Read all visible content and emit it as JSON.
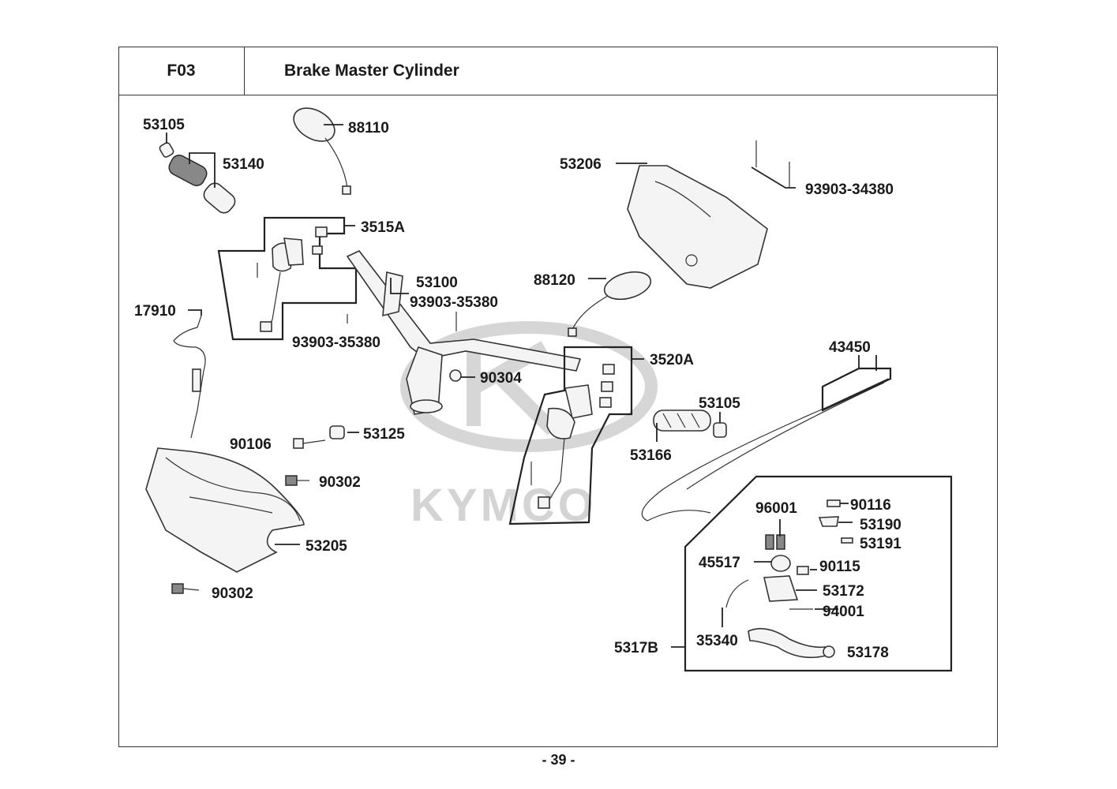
{
  "header": {
    "code": "F03",
    "title": "Brake Master Cylinder"
  },
  "watermark": "KYMCO",
  "page_number": "- 39 -",
  "parts": {
    "p53105_left": "53105",
    "p53140": "53140",
    "p88110": "88110",
    "p53206": "53206",
    "p93903_34380": "93903-34380",
    "p3515A": "3515A",
    "p53100": "53100",
    "p93903_35380_a": "93903-35380",
    "p93903_35380_b": "93903-35380",
    "p88120": "88120",
    "p17910": "17910",
    "p3520A": "3520A",
    "p43450": "43450",
    "p90304": "90304",
    "p53105_right": "53105",
    "p53166": "53166",
    "p90106": "90106",
    "p53125": "53125",
    "p90302_a": "90302",
    "p53205": "53205",
    "p90302_b": "90302",
    "p96001": "96001",
    "p90116": "90116",
    "p53190": "53190",
    "p53191": "53191",
    "p45517": "45517",
    "p90115": "90115",
    "p53172": "53172",
    "p94001": "94001",
    "p5317B": "5317B",
    "p35340": "35340",
    "p53178": "53178"
  }
}
